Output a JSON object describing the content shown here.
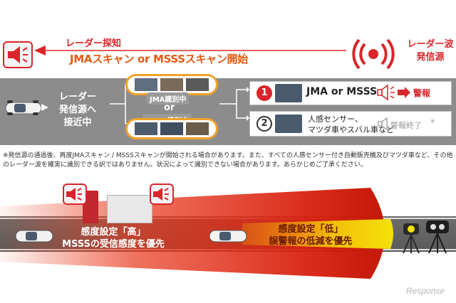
{
  "top": {
    "radar_detect_label": "レーダー探知",
    "scan_start_label": "JMAスキャン or MSSSスキャン開始",
    "radar_source_label_line1": "レーダー波",
    "radar_source_label_line2": "発信源",
    "approach_line1": "レーダー",
    "approach_line2": "発信源へ",
    "approach_line3": "接近中",
    "jma_identifying": "JMA識別中",
    "or_text": "or",
    "msss_identifying": "MSSS識別中"
  },
  "results": [
    {
      "number": "1",
      "text": "JMA or MSSS",
      "action": "警報"
    },
    {
      "number": "2",
      "text_line1": "人感センサー、",
      "text_line2": "マツダ車やスバル車など",
      "action": "警報終了",
      "action_note": "※"
    }
  ],
  "note": "※発信源の通過後、再度JMAスキャン / MSSSスキャンが開始される場合があります。また、すべての人感センサー付き自動販売機及びマツダ車など、その他のレーダー波を確実に識別できる訳ではありません。状況によって識別できない場合があります。あらかじめご了承ください。",
  "bottom": {
    "high_line1": "感度設定「高」",
    "high_line2": "MSSSの受信感度を優先",
    "low_line1": "感度設定「低」",
    "low_line2": "誤警報の低減を優先"
  },
  "watermark": "Response",
  "colors": {
    "accent_red": "#d9252b",
    "accent_orange": "#e25a12",
    "road_grey": "#8c8c8c",
    "beam_yellow": "#f5e10a"
  }
}
